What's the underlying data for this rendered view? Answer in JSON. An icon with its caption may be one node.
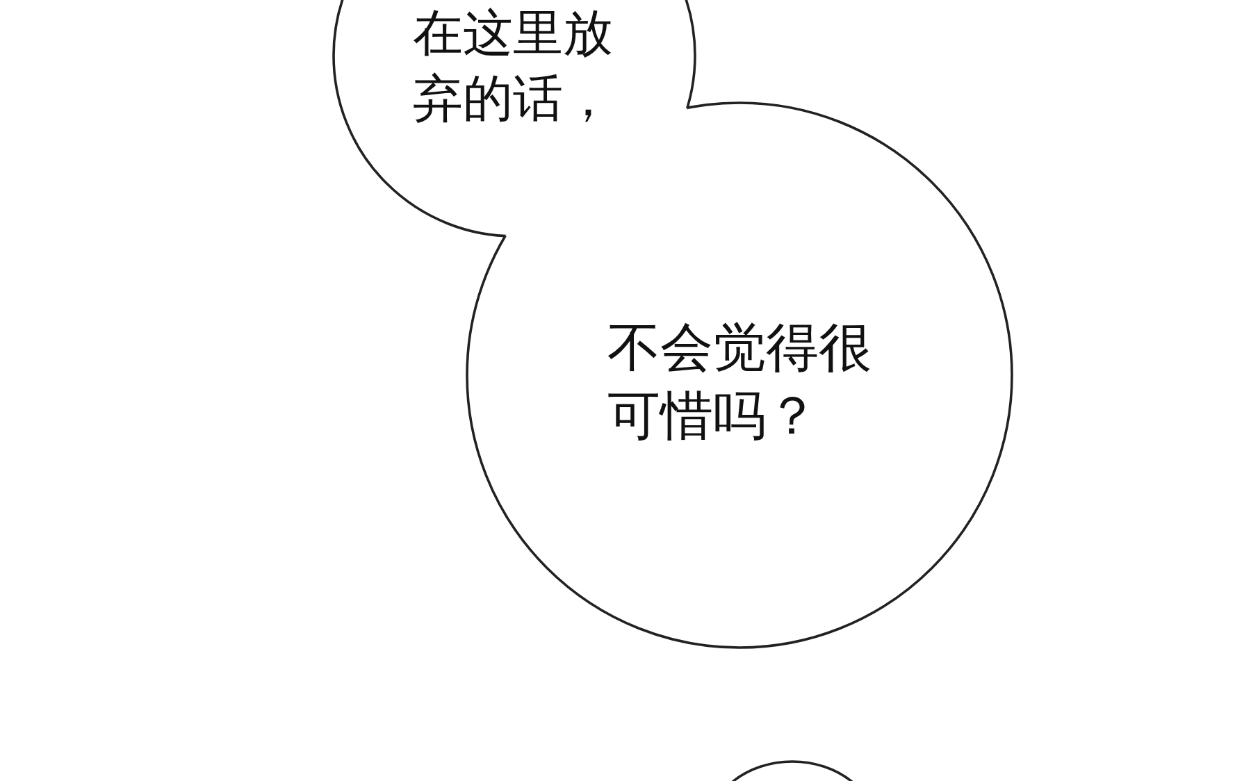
{
  "diagram": {
    "nodes": [
      {
        "text": [
          "在这里放弃的话，"
        ]
      },
      {
        "text": [
          "不会觉得很可惜吗？"
        ]
      },
      {
        "text": [],
        "shape": "circle"
      }
    ]
  }
}
